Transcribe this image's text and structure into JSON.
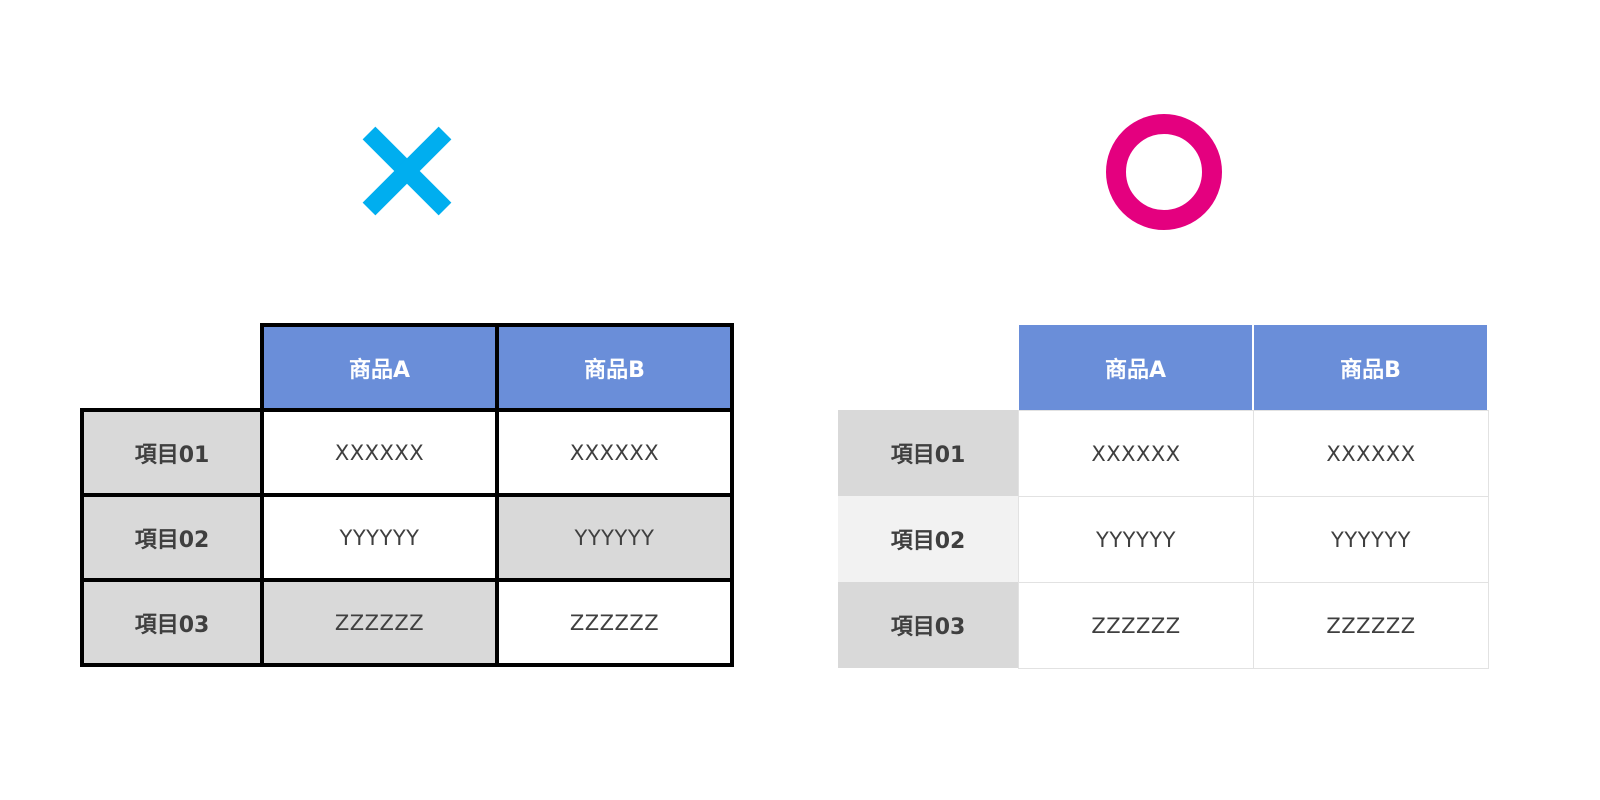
{
  "symbols": {
    "bad": {
      "icon": "cross-mark-icon",
      "color": "#00aeef"
    },
    "good": {
      "icon": "circle-mark-icon",
      "color": "#e4007f"
    }
  },
  "colors": {
    "header_blue": "#6a8ed9",
    "row_label_gray": "#d9d9d9",
    "row_label_light": "#f2f2f2",
    "text_dark": "#3f3f3f"
  },
  "bad_table": {
    "headers": [
      "商品A",
      "商品B"
    ],
    "rows": [
      {
        "label": "項目01",
        "values": [
          "XXXXXX",
          "XXXXXX"
        ]
      },
      {
        "label": "項目02",
        "values": [
          "YYYYYY",
          "YYYYYY"
        ]
      },
      {
        "label": "項目03",
        "values": [
          "ZZZZZZ",
          "ZZZZZZ"
        ]
      }
    ]
  },
  "good_table": {
    "headers": [
      "商品A",
      "商品B"
    ],
    "rows": [
      {
        "label": "項目01",
        "values": [
          "XXXXXX",
          "XXXXXX"
        ]
      },
      {
        "label": "項目02",
        "values": [
          "YYYYYY",
          "YYYYYY"
        ]
      },
      {
        "label": "項目03",
        "values": [
          "ZZZZZZ",
          "ZZZZZZ"
        ]
      }
    ]
  }
}
